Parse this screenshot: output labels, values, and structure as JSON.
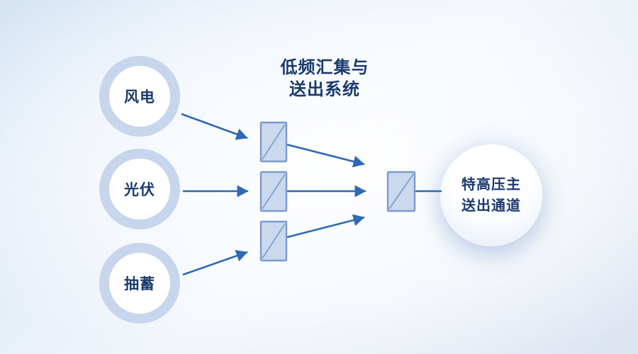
{
  "diagram": {
    "title": "低频汇集与\n送出系统",
    "sources": [
      {
        "id": "wind",
        "label": "风电"
      },
      {
        "id": "solar",
        "label": "光伏"
      },
      {
        "id": "pumped-storage",
        "label": "抽蓄"
      }
    ],
    "hub": {
      "label": "特高压主\n送出通道"
    },
    "icons": {
      "converter": "converter-box-icon (square with diagonal slash), 4 instances"
    },
    "colors": {
      "text": "#1a3a6e",
      "arrow": "#2e6ab2",
      "node_ring": "#c7d6ec",
      "node_fill": "#ffffff",
      "converter_fill": "#cbd9ef",
      "converter_border": "#7b9ace",
      "background_edge": "#d5e4f4",
      "background_center": "#f5f8fc"
    }
  }
}
